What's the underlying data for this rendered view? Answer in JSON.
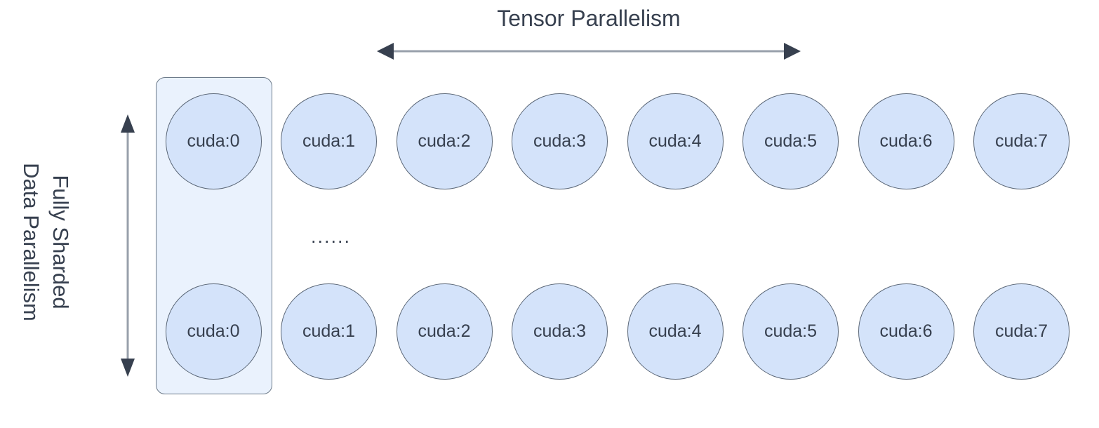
{
  "diagram": {
    "title": "Tensor Parallelism",
    "vertical_label_lines": [
      "Fully Sharded",
      "Data Parallelism"
    ],
    "ellipsis": "......",
    "colors": {
      "circle_fill": "#d4e3fa",
      "circle_stroke": "#5b6777",
      "column_fill": "#eaf2fd",
      "column_stroke": "#6c7a89",
      "text": "#37404f",
      "arrow": "#37404f",
      "arrow_line": "#98a0ab",
      "background": "#ffffff"
    },
    "horizontal_arrow": {
      "name": "tensor-parallelism-arrow",
      "double_headed": true
    },
    "vertical_arrow": {
      "name": "fsdp-arrow",
      "double_headed": true
    },
    "highlight_column": {
      "label": "fsdp-replica-group-column"
    },
    "rows": [
      {
        "name": "top-row",
        "devices": [
          "cuda:0",
          "cuda:1",
          "cuda:2",
          "cuda:3",
          "cuda:4",
          "cuda:5",
          "cuda:6",
          "cuda:7"
        ]
      },
      {
        "name": "bottom-row",
        "devices": [
          "cuda:0",
          "cuda:1",
          "cuda:2",
          "cuda:3",
          "cuda:4",
          "cuda:5",
          "cuda:6",
          "cuda:7"
        ]
      }
    ]
  }
}
